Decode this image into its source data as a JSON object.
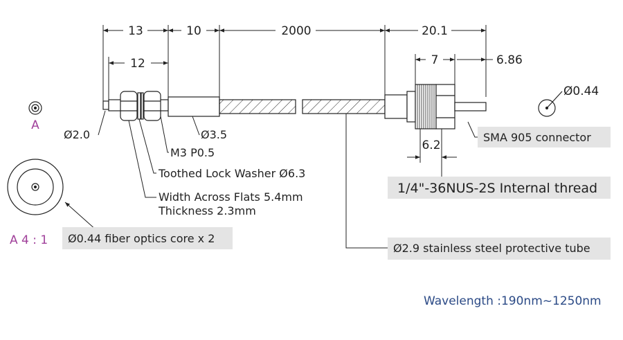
{
  "dimensions": {
    "d13": "13",
    "d10": "10",
    "d2000": "2000",
    "d20_1": "20.1",
    "d12": "12",
    "d7": "7",
    "d6_86": "6.86",
    "d6_2": "6.2"
  },
  "labels": {
    "dia_2_0": "Ø2.0",
    "dia_3_5": "Ø3.5",
    "m3": "M3  P0.5",
    "washer": "Toothed Lock Washer Ø6.3",
    "flats_line1": "Width Across Flats 5.4mm",
    "flats_line2": "Thickness 2.3mm",
    "dia_0_44": "Ø0.44",
    "view_a": "A",
    "view_scale": "A 4 : 1"
  },
  "callouts": {
    "fiber_core": "Ø0.44  fiber optics core x 2",
    "sma": "SMA 905 connector",
    "thread": "1/4\"-36NUS-2S Internal thread",
    "tube": "Ø2.9 stainless steel protective tube"
  },
  "footer": {
    "wavelength": "Wavelength :190nm~1250nm"
  },
  "colors": {
    "line": "#222222",
    "accent_magenta": "#a0409a",
    "wavelength_blue": "#2b4a86",
    "callout_bg": "#e4e4e4"
  }
}
